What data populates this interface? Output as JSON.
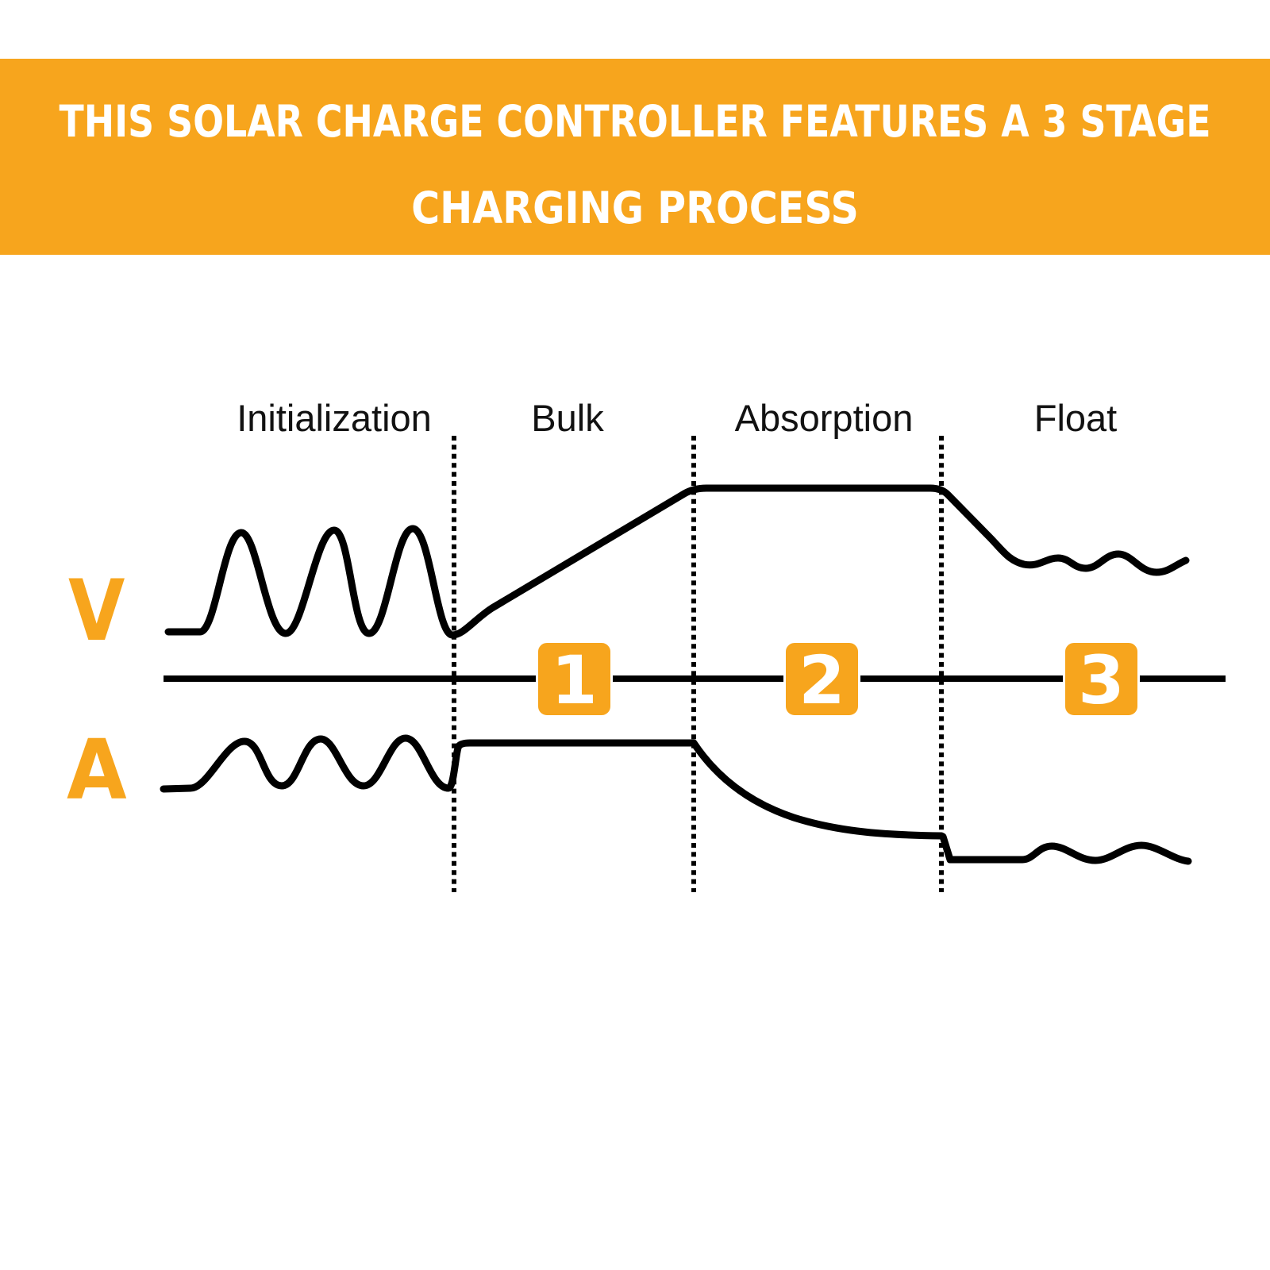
{
  "banner": {
    "line1": "THIS SOLAR CHARGE CONTROLLER FEATURES A 3 STAGE",
    "line2": "CHARGING PROCESS",
    "background_color": "#F7A51D",
    "text_color": "#FFFFFF"
  },
  "diagram": {
    "y_axis_labels": {
      "voltage": "V",
      "current": "A"
    },
    "phases": [
      {
        "label": "Initialization"
      },
      {
        "label": "Bulk"
      },
      {
        "label": "Absorption"
      },
      {
        "label": "Float"
      }
    ],
    "stage_badges": [
      {
        "number": "1"
      },
      {
        "number": "2"
      },
      {
        "number": "3"
      }
    ],
    "accent_color": "#F7A51D",
    "line_color": "#000000"
  },
  "chart_data": {
    "type": "line",
    "title": "3 stage solar charging process: voltage and current vs time",
    "x_phases": [
      "Initialization",
      "Bulk",
      "Absorption",
      "Float"
    ],
    "series": [
      {
        "name": "V (battery voltage)",
        "behavior_by_phase": {
          "Initialization": "large pulsing oscillations (3 peaks) around a low baseline",
          "Bulk": "steady linear rise to the absorption voltage (stage 1)",
          "Absorption": "held constant at peak voltage (stage 2)",
          "Float": "drops to a lower level and stays roughly constant with small ripple (stage 3)"
        }
      },
      {
        "name": "A (charge current)",
        "behavior_by_phase": {
          "Initialization": "small oscillations (3 peaks) around a low baseline",
          "Bulk": "maximum constant current",
          "Absorption": "exponentially decaying current",
          "Float": "small trickle current with slight ripple"
        }
      }
    ],
    "legend_position": "left",
    "grid": false,
    "annotations": [
      "1",
      "2",
      "3"
    ]
  }
}
